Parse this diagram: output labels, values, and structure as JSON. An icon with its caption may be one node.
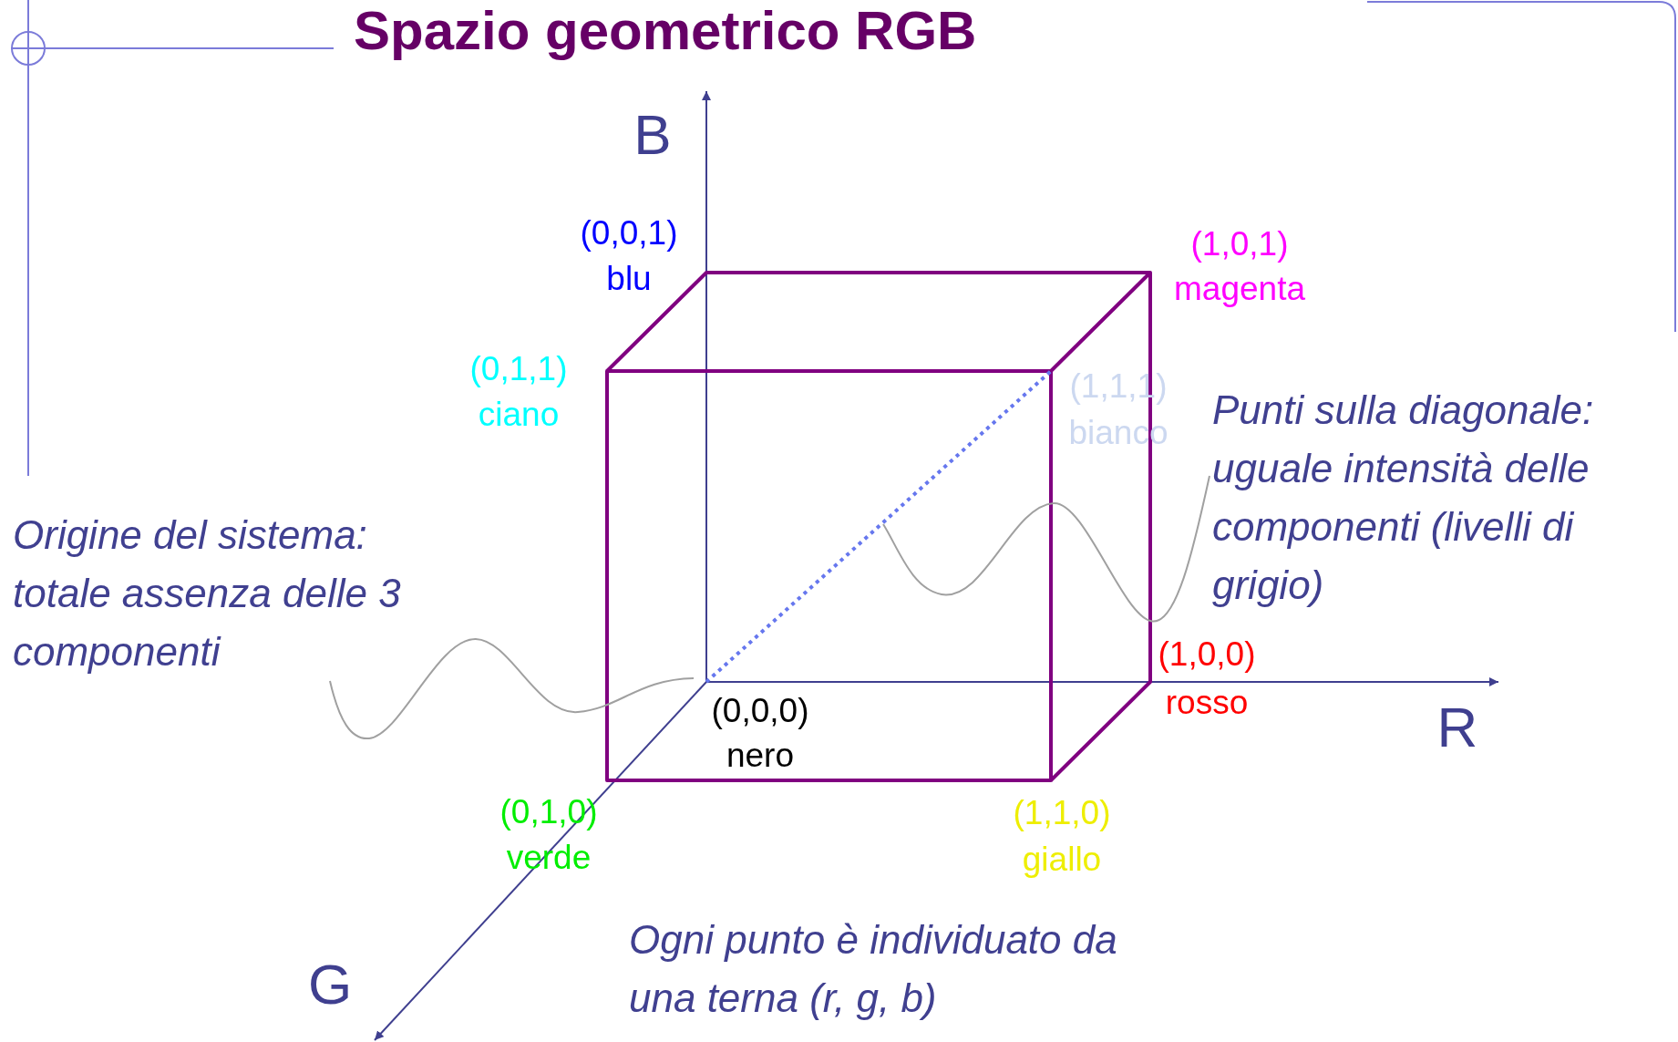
{
  "diagram": {
    "title": "Spazio geometrico RGB",
    "nodes": [
      {
        "text": [
          "Origine del sistema: totale assenza delle 3 componenti"
        ]
      },
      {
        "text": [
          "Punti sulla diagonale: uguale intensità delle componenti (livelli di grigio)"
        ]
      }
    ],
    "edges": [
      {
        "from": 0,
        "to": null,
        "arrow": "none"
      },
      {
        "from": 1,
        "to": null,
        "arrow": "none"
      }
    ],
    "labels": [
      "B",
      "(0,0,1)",
      "blu",
      "(1,0,1)",
      "magenta",
      "(0,1,1)",
      "ciano",
      "(1,1,1)",
      "bianco",
      "(1,0,0)",
      "rosso",
      "(0,0,0)",
      "nero",
      "R",
      "(0,1,0)",
      "verde",
      "(1,1,0)",
      "giallo",
      "G",
      "Ogni punto è individuato da una terna (r, g, b)"
    ]
  }
}
